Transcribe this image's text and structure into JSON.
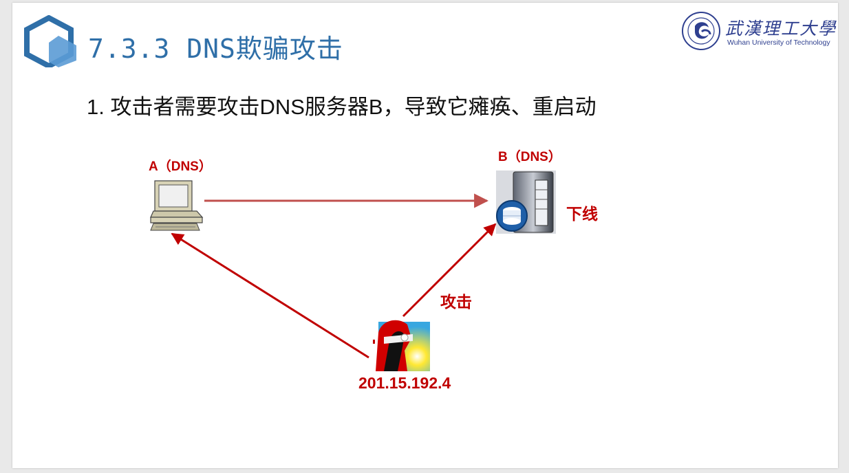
{
  "slide": {
    "title": "7.3.3 DNS欺骗攻击",
    "bullet": "1.  攻击者需要攻击DNS服务器B，导致它瘫痪、重启动"
  },
  "logo": {
    "name_cn": "武漢理工大學",
    "name_en": "Wuhan University of Technology"
  },
  "diagram": {
    "node_a_label": "A（DNS）",
    "node_b_label": "B（DNS）",
    "server_status": "下线",
    "attack_label": "攻击",
    "attacker_ip": "201.15.192.4",
    "colors": {
      "label_red": "#c00000",
      "arrow_top": "#c0504d",
      "arrow_attack": "#c00000",
      "title_blue": "#2f6fa8"
    }
  }
}
